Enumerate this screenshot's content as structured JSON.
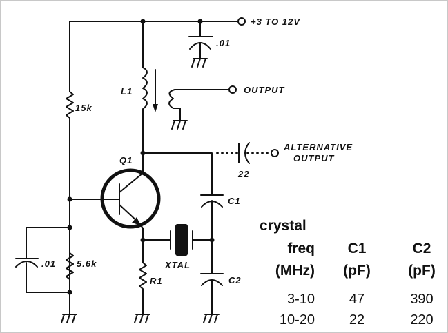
{
  "labels": {
    "supply": "+3 TO 12V",
    "supply_cap": ".01",
    "inductor": "L1",
    "output": "OUTPUT",
    "bias_top": "15k",
    "transistor": "Q1",
    "alt_output_line1": "ALTERNATIVE",
    "alt_output_line2": "OUTPUT",
    "alt_cap": "22",
    "c1": "C1",
    "c2": "C2",
    "crystal": "XTAL",
    "emitter_resistor": "R1",
    "bias_bottom": "5.6k",
    "bypass_cap": ".01"
  },
  "table": {
    "headers": [
      [
        "crystal",
        "freq",
        "(MHz)"
      ],
      [
        "C1",
        "(pF)"
      ],
      [
        "C2",
        "(pF)"
      ]
    ],
    "rows": [
      {
        "freq": "3-10",
        "c1": "47",
        "c2": "390"
      },
      {
        "freq": "10-20",
        "c1": "22",
        "c2": "220"
      }
    ]
  }
}
